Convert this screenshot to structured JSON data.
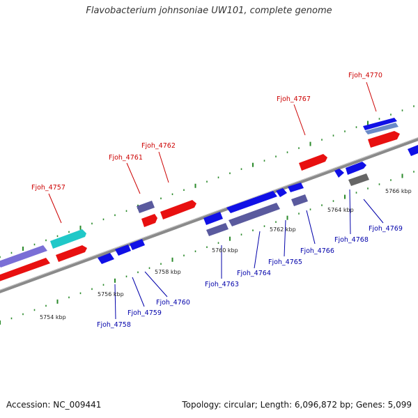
{
  "title": "Flavobacterium johnsoniae UW101, complete genome",
  "footer": {
    "accession": "Accession: NC_009441",
    "summary": "Topology: circular; Length: 6,096,872 bp; Genes: 5,099"
  },
  "colors": {
    "forward_gene": "#e81010",
    "reverse_gene": "#1010e6",
    "forward_other": "#7a6fd6",
    "reverse_other": "#5a5a9e",
    "cyan_gene": "#20c8c8",
    "gray_gene": "#666666",
    "backbone": "#888888",
    "top_label": "#cc0000",
    "bottom_label": "#0000aa",
    "tick": "#2a8a2a"
  },
  "scale_labels": [
    "5754 kbp",
    "5756 kbp",
    "5758 kbp",
    "5760 kbp",
    "5762 kbp",
    "5764 kbp",
    "5766 kbp"
  ],
  "top_labels": [
    "Fjoh_4757",
    "Fjoh_4761",
    "Fjoh_4762",
    "Fjoh_4767",
    "Fjoh_4770"
  ],
  "bottom_labels": [
    "Fjoh_4758",
    "Fjoh_4759",
    "Fjoh_4760",
    "Fjoh_4763",
    "Fjoh_4764",
    "Fjoh_4765",
    "Fjoh_4766",
    "Fjoh_4768",
    "Fjoh_4769"
  ]
}
